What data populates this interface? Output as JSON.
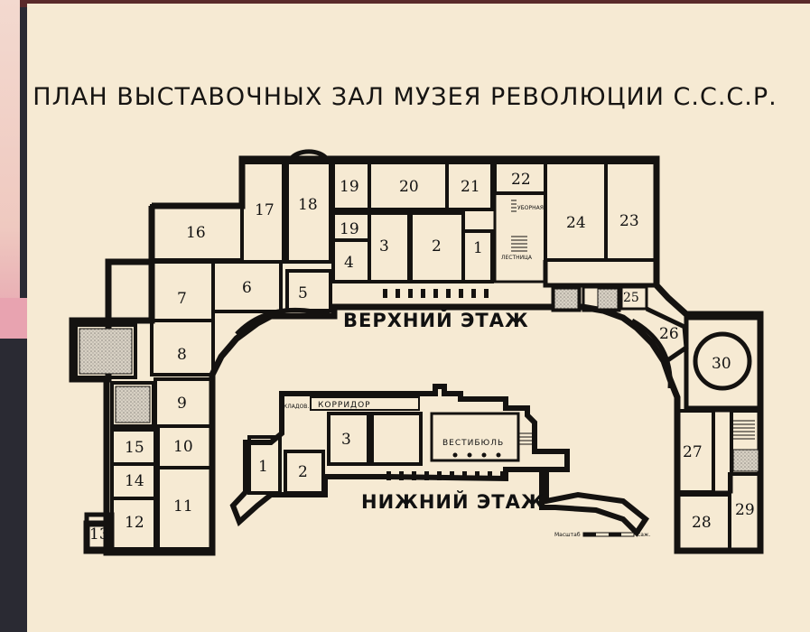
{
  "title": "ПЛАН ВЫСТАВОЧНЫХ ЗАЛ МУЗЕЯ РЕВОЛЮЦИИ С.С.С.Р.",
  "floors": {
    "upper_label": "ВЕРХНИЙ ЭТАЖ",
    "lower_label": "НИЖНИЙ ЭТАЖ"
  },
  "upper_rooms": [
    "1",
    "2",
    "3",
    "4",
    "5",
    "6",
    "7",
    "8",
    "9",
    "10",
    "11",
    "12",
    "13",
    "14",
    "15",
    "16",
    "17",
    "18",
    "19",
    "19",
    "20",
    "21",
    "22",
    "23",
    "24",
    "25",
    "26",
    "27",
    "28",
    "29",
    "30"
  ],
  "upper_labels": {
    "toilet": "УБОРНАЯ",
    "stairs": "ЛЕСТНИЦА"
  },
  "lower_rooms": [
    "1",
    "2",
    "3"
  ],
  "lower_labels": {
    "corridor": "КОРРИДОР",
    "vestibule": "ВЕСТИБЮЛЬ",
    "small_stair": "КЛАДОВ."
  },
  "scale": {
    "prefix": "Масштаб",
    "unit": "саж."
  },
  "colors": {
    "paper": "#f6ead3",
    "ink": "#141210",
    "hatch": "#bdb7ad"
  }
}
